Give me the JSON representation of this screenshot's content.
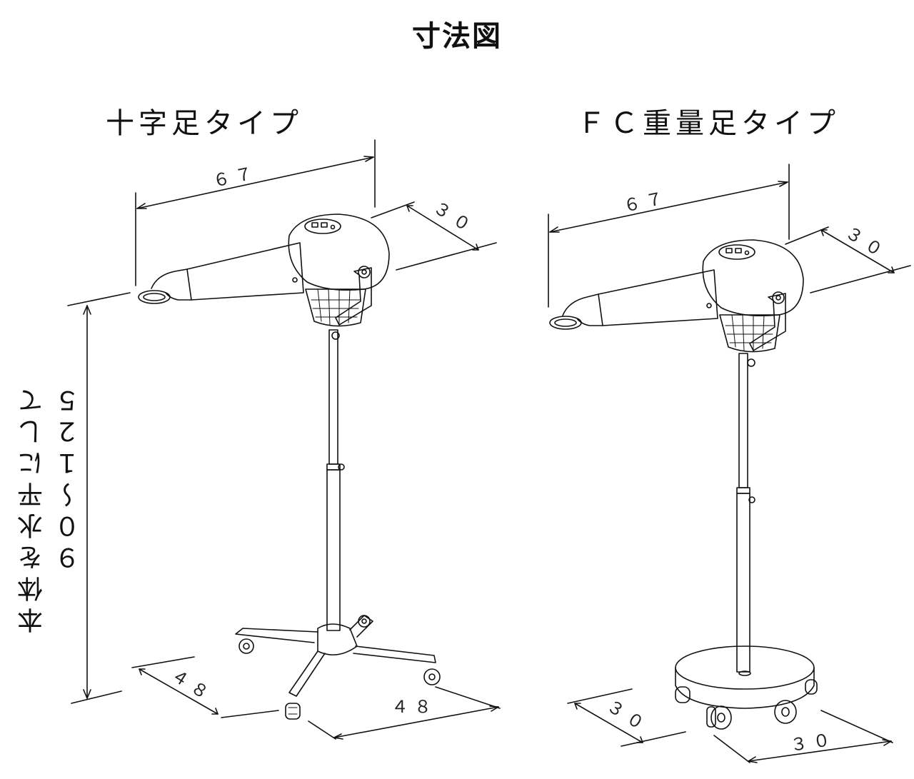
{
  "title": "寸法図",
  "left_unit": {
    "caption": "十字足タイプ",
    "width_dim": "６７",
    "depth_dim": "３０",
    "base_dim_left": "４８",
    "base_dim_right": "４８"
  },
  "right_unit": {
    "caption": "ＦＣ重量足タイプ",
    "width_dim": "６７",
    "depth_dim": "３０",
    "base_dim_left": "３０",
    "base_dim_right": "３０"
  },
  "height_label": {
    "line1": "本体を水平にして",
    "line2": "９０～１２５"
  }
}
